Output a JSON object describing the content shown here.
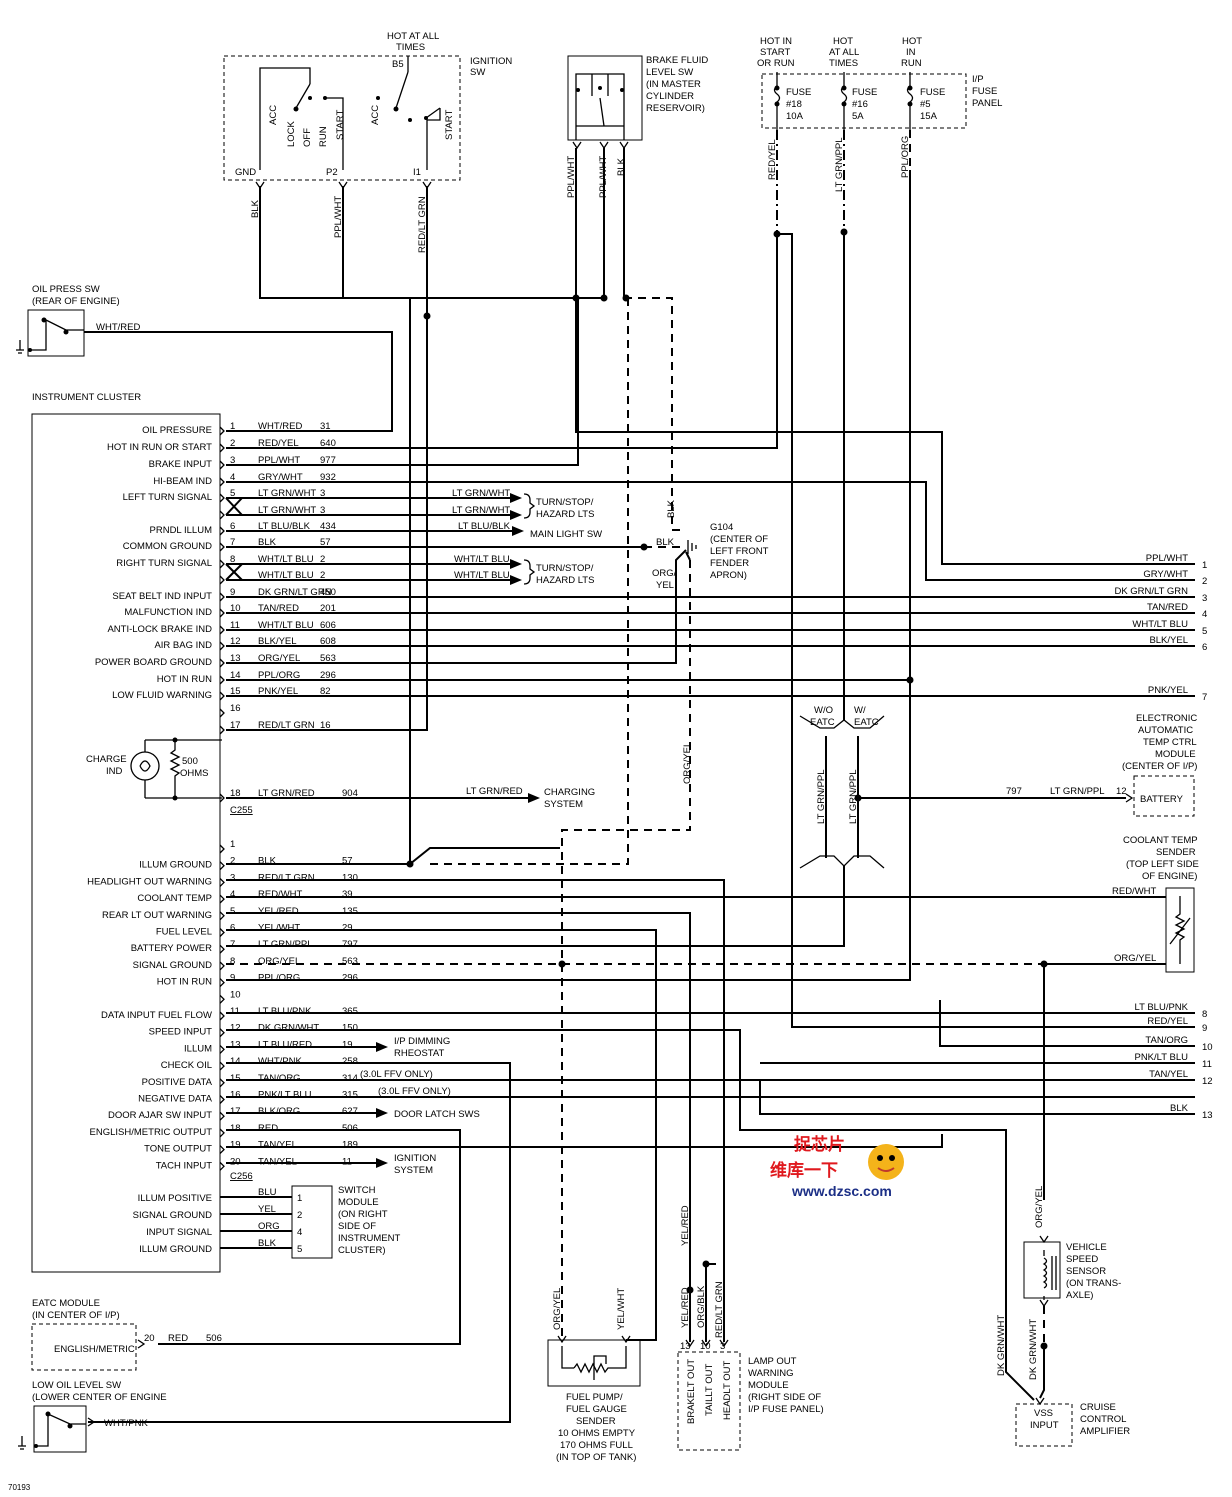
{
  "ignition_sw": {
    "title": [
      "IGNITION",
      "SW"
    ],
    "hot_at_all_times": [
      "HOT AT ALL",
      "TIMES"
    ],
    "b5": "B5",
    "positions_a": [
      "ACC",
      "LOCK",
      "OFF",
      "RUN",
      "START"
    ],
    "positions_b": [
      "ACC",
      "START"
    ],
    "terminals": [
      "GND",
      "P2",
      "I1"
    ],
    "wires": [
      "BLK",
      "PPL/WHT",
      "RED/LT GRN"
    ]
  },
  "brake_fluid_sw": {
    "title": [
      "BRAKE FLUID",
      "LEVEL SW",
      "(IN MASTER",
      "CYLINDER",
      "RESERVOIR)"
    ],
    "wires": [
      "PPL/WHT",
      "PPL/WHT",
      "BLK"
    ]
  },
  "fuse_panel": {
    "title": [
      "I/P",
      "FUSE",
      "PANEL"
    ],
    "columns": [
      {
        "hot": [
          "HOT IN",
          "START",
          "OR RUN"
        ],
        "fuse": [
          "FUSE",
          "#18",
          "10A"
        ],
        "wire": "RED/YEL"
      },
      {
        "hot": [
          "HOT",
          "AT ALL",
          "TIMES"
        ],
        "fuse": [
          "FUSE",
          "#16",
          "5A"
        ],
        "wire": "LT GRN/PPL"
      },
      {
        "hot": [
          "HOT",
          "IN",
          "RUN"
        ],
        "fuse": [
          "FUSE",
          "#5",
          "15A"
        ],
        "wire": "PPL/ORG"
      }
    ]
  },
  "oil_press_sw": {
    "title": [
      "OIL PRESS SW",
      "(REAR OF ENGINE)"
    ],
    "wire": "WHT/RED"
  },
  "instrument_cluster": {
    "title": "INSTRUMENT CLUSTER"
  },
  "connector_a": {
    "name": "C255",
    "rows": [
      {
        "pin": "1",
        "label": "OIL PRESSURE",
        "wire": "WHT/RED",
        "circuit": "31"
      },
      {
        "pin": "2",
        "label": "HOT IN RUN OR START",
        "wire": "RED/YEL",
        "circuit": "640"
      },
      {
        "pin": "3",
        "label": "BRAKE INPUT",
        "wire": "PPL/WHT",
        "circuit": "977"
      },
      {
        "pin": "4",
        "label": "HI-BEAM IND",
        "wire": "GRY/WHT",
        "circuit": "932"
      },
      {
        "pin": "5",
        "label": "LEFT TURN SIGNAL",
        "wire": "LT GRN/WHT",
        "circuit": "3"
      },
      {
        "pin": "",
        "label": "",
        "wire": "LT GRN/WHT",
        "circuit": "3"
      },
      {
        "pin": "6",
        "label": "PRNDL ILLUM",
        "wire": "LT BLU/BLK",
        "circuit": "434"
      },
      {
        "pin": "7",
        "label": "COMMON GROUND",
        "wire": "BLK",
        "circuit": "57"
      },
      {
        "pin": "8",
        "label": "RIGHT TURN SIGNAL",
        "wire": "WHT/LT BLU",
        "circuit": "2"
      },
      {
        "pin": "",
        "label": "",
        "wire": "WHT/LT BLU",
        "circuit": "2"
      },
      {
        "pin": "9",
        "label": "SEAT BELT IND INPUT",
        "wire": "DK GRN/LT GRN",
        "circuit": "450"
      },
      {
        "pin": "10",
        "label": "MALFUNCTION IND",
        "wire": "TAN/RED",
        "circuit": "201"
      },
      {
        "pin": "11",
        "label": "ANTI-LOCK BRAKE IND",
        "wire": "WHT/LT BLU",
        "circuit": "606"
      },
      {
        "pin": "12",
        "label": "AIR BAG IND",
        "wire": "BLK/YEL",
        "circuit": "608"
      },
      {
        "pin": "13",
        "label": "POWER BOARD GROUND",
        "wire": "ORG/YEL",
        "circuit": "563"
      },
      {
        "pin": "14",
        "label": "HOT IN RUN",
        "wire": "PPL/ORG",
        "circuit": "296"
      },
      {
        "pin": "15",
        "label": "LOW FLUID WARNING",
        "wire": "PNK/YEL",
        "circuit": "82"
      },
      {
        "pin": "16",
        "label": "",
        "wire": "",
        "circuit": ""
      },
      {
        "pin": "17",
        "label": "",
        "wire": "RED/LT GRN",
        "circuit": "16"
      }
    ],
    "pin18": {
      "pin": "18",
      "wire": "LT GRN/RED",
      "circuit": "904"
    }
  },
  "charge_ind": {
    "label": [
      "CHARGE",
      "IND"
    ],
    "resistor": [
      "500",
      "OHMS"
    ]
  },
  "turn_lts_left": {
    "wires": [
      "LT GRN/WHT",
      "LT GRN/WHT"
    ],
    "label": [
      "TURN/STOP/",
      "HAZARD LTS"
    ]
  },
  "turn_lts_right": {
    "wires": [
      "WHT/LT BLU",
      "WHT/LT BLU"
    ],
    "label": [
      "TURN/STOP/",
      "HAZARD LTS"
    ]
  },
  "main_light_sw": {
    "wire": "LT BLU/BLK",
    "label": "MAIN LIGHT SW"
  },
  "charging_system": {
    "wire": "LT GRN/RED",
    "label": [
      "CHARGING",
      "SYSTEM"
    ]
  },
  "g104": {
    "label": [
      "G104",
      "(CENTER OF",
      "LEFT FRONT",
      "FENDER",
      "APRON)"
    ],
    "wires": [
      "BLK",
      "BLK",
      "ORG/",
      "YEL"
    ]
  },
  "right_edge_a": [
    {
      "wire": "PPL/WHT",
      "pin": "1"
    },
    {
      "wire": "GRY/WHT",
      "pin": "2"
    },
    {
      "wire": "DK GRN/LT GRN",
      "pin": "3"
    },
    {
      "wire": "TAN/RED",
      "pin": "4"
    },
    {
      "wire": "WHT/LT BLU",
      "pin": "5"
    },
    {
      "wire": "BLK/YEL",
      "pin": "6"
    },
    {
      "wire": "PNK/YEL",
      "pin": "7"
    }
  ],
  "eatc": {
    "wo": [
      "W/O",
      "EATC"
    ],
    "w": [
      "W/",
      "EATC"
    ],
    "wires": [
      "LT GRN/PPL",
      "LT GRN/PPL"
    ],
    "module": [
      "ELECTRONIC",
      "AUTOMATIC",
      "TEMP CTRL",
      "MODULE",
      "(CENTER OF I/P)"
    ],
    "circuit": "797",
    "wire": "LT GRN/PPL",
    "pin": "12",
    "battery": "BATTERY"
  },
  "org_yel_vertical": "ORG/YEL",
  "connector_b": {
    "name": "C256",
    "rows": [
      {
        "pin": "1",
        "label": "",
        "wire": "",
        "circuit": ""
      },
      {
        "pin": "2",
        "label": "ILLUM GROUND",
        "wire": "BLK",
        "circuit": "57"
      },
      {
        "pin": "3",
        "label": "HEADLIGHT OUT WARNING",
        "wire": "RED/LT GRN",
        "circuit": "130"
      },
      {
        "pin": "4",
        "label": "COOLANT TEMP",
        "wire": "RED/WHT",
        "circuit": "39"
      },
      {
        "pin": "5",
        "label": "REAR LT OUT WARNING",
        "wire": "YEL/RED",
        "circuit": "135"
      },
      {
        "pin": "6",
        "label": "FUEL LEVEL",
        "wire": "YEL/WHT",
        "circuit": "29"
      },
      {
        "pin": "7",
        "label": "BATTERY POWER",
        "wire": "LT GRN/PPL",
        "circuit": "797"
      },
      {
        "pin": "8",
        "label": "SIGNAL GROUND",
        "wire": "ORG/YEL",
        "circuit": "563"
      },
      {
        "pin": "9",
        "label": "HOT IN RUN",
        "wire": "PPL/ORG",
        "circuit": "296"
      },
      {
        "pin": "10",
        "label": "",
        "wire": "",
        "circuit": ""
      },
      {
        "pin": "11",
        "label": "DATA INPUT FUEL FLOW",
        "wire": "LT BLU/PNK",
        "circuit": "365"
      },
      {
        "pin": "12",
        "label": "SPEED INPUT",
        "wire": "DK GRN/WHT",
        "circuit": "150"
      },
      {
        "pin": "13",
        "label": "ILLUM",
        "wire": "LT BLU/RED",
        "circuit": "19"
      },
      {
        "pin": "14",
        "label": "CHECK OIL",
        "wire": "WHT/PNK",
        "circuit": "258"
      },
      {
        "pin": "15",
        "label": "POSITIVE DATA",
        "wire": "TAN/ORG",
        "circuit": "314"
      },
      {
        "pin": "16",
        "label": "NEGATIVE DATA",
        "wire": "PNK/LT BLU",
        "circuit": "315"
      },
      {
        "pin": "17",
        "label": "DOOR AJAR SW INPUT",
        "wire": "BLK/ORG",
        "circuit": "627"
      },
      {
        "pin": "18",
        "label": "ENGLISH/METRIC OUTPUT",
        "wire": "RED",
        "circuit": "506"
      },
      {
        "pin": "19",
        "label": "TONE OUTPUT",
        "wire": "TAN/YEL",
        "circuit": "189"
      },
      {
        "pin": "20",
        "label": "TACH INPUT",
        "wire": "TAN/YEL",
        "circuit": "11"
      }
    ]
  },
  "coolant_sender": {
    "label": [
      "COOLANT TEMP",
      "SENDER",
      "(TOP LEFT SIDE",
      "OF ENGINE)"
    ],
    "wires": [
      "RED/WHT",
      "ORG/YEL"
    ]
  },
  "ip_dimming": {
    "label": [
      "I/P DIMMING",
      "RHEOSTAT"
    ]
  },
  "ffv_only": [
    "(3.0L FFV ONLY)",
    "(3.0L FFV ONLY)"
  ],
  "door_latch": "DOOR LATCH SWS",
  "ignition_system": [
    "IGNITION",
    "SYSTEM"
  ],
  "right_edge_b": [
    {
      "wire": "LT BLU/PNK",
      "pin": "8"
    },
    {
      "wire": "RED/YEL",
      "pin": "9"
    },
    {
      "wire": "TAN/ORG",
      "pin": "10"
    },
    {
      "wire": "PNK/LT BLU",
      "pin": "11"
    },
    {
      "wire": "TAN/YEL",
      "pin": "12"
    },
    {
      "wire": "BLK",
      "pin": "13"
    }
  ],
  "switch_module": {
    "rows": [
      {
        "label": "ILLUM POSITIVE",
        "wire": "BLU",
        "pin": "1"
      },
      {
        "label": "SIGNAL GROUND",
        "wire": "YEL",
        "pin": "2"
      },
      {
        "label": "INPUT SIGNAL",
        "wire": "ORG",
        "pin": "4"
      },
      {
        "label": "ILLUM GROUND",
        "wire": "BLK",
        "pin": "5"
      }
    ],
    "title": [
      "SWITCH",
      "MODULE",
      "(ON RIGHT",
      "SIDE OF",
      "INSTRUMENT",
      "CLUSTER)"
    ]
  },
  "eatc_module": {
    "title": [
      "EATC MODULE",
      "(IN CENTER OF I/P)"
    ],
    "inner": "ENGLISH/METRIC",
    "pin": "20",
    "wire": "RED",
    "circuit": "506"
  },
  "low_oil_sw": {
    "title": [
      "LOW OIL LEVEL SW",
      "(LOWER CENTER OF ENGINE"
    ],
    "wire": "WHT/PNK"
  },
  "fuel_sender": {
    "wires": [
      "ORG/YEL",
      "YEL/WHT"
    ],
    "label": [
      "FUEL PUMP/",
      "FUEL GAUGE",
      "SENDER",
      "10 OHMS EMPTY",
      "170 OHMS FULL",
      "(IN TOP OF TANK)"
    ]
  },
  "lamp_out": {
    "wire_top": "YEL/RED",
    "wires": [
      "YEL/RED",
      "ORG/BLK",
      "RED/LT GRN"
    ],
    "pins": [
      "13",
      "10",
      "3"
    ],
    "inner": [
      "BRAKELT OUT",
      "TAILLT OUT",
      "HEADLT OUT"
    ],
    "label": [
      "LAMP OUT",
      "WARNING",
      "MODULE",
      "(RIGHT SIDE OF",
      "I/P FUSE PANEL)"
    ]
  },
  "vss": {
    "wire": "ORG/YEL",
    "label": [
      "VEHICLE",
      "SPEED",
      "SENSOR",
      "(ON TRANS-",
      "AXLE)"
    ],
    "wires_low": [
      "DK GRN/WHT",
      "DK GRN/WHT"
    ]
  },
  "cruise": {
    "inner": [
      "VSS",
      "INPUT"
    ],
    "label": [
      "CRUISE",
      "CONTROL",
      "AMPLIFIER"
    ]
  },
  "watermark": {
    "cn1": "捉芯片",
    "cn2": "维库一下",
    "url": "www.dzsc.com"
  },
  "code": "70193"
}
